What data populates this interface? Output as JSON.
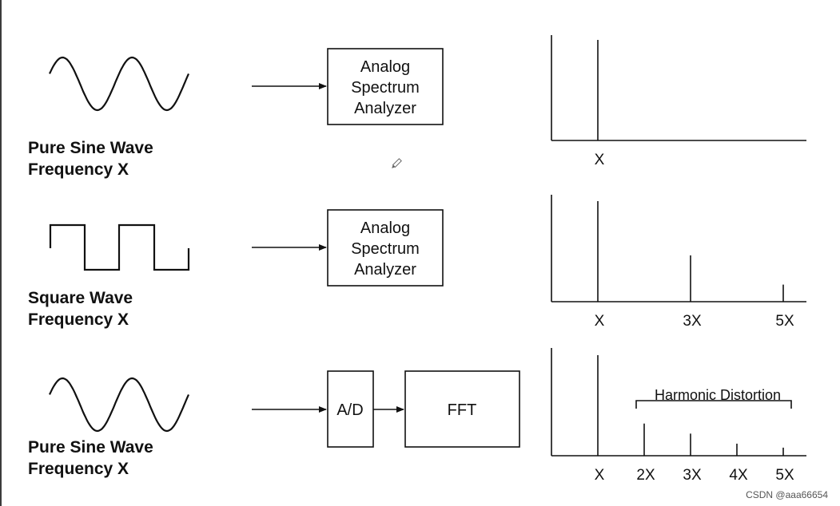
{
  "rows": [
    {
      "signal": "sine",
      "label_line1": "Pure Sine Wave",
      "label_line2": "Frequency X",
      "box_lines": [
        "Analog",
        "Spectrum",
        "Analyzer"
      ],
      "spectrum": {
        "ticks": [
          "X"
        ],
        "peaks": [
          {
            "harmonic": 1,
            "relative_amplitude": 1.0
          }
        ]
      }
    },
    {
      "signal": "square",
      "label_line1": "Square Wave",
      "label_line2": "Frequency X",
      "box_lines": [
        "Analog",
        "Spectrum",
        "Analyzer"
      ],
      "spectrum": {
        "ticks": [
          "X",
          "3X",
          "5X"
        ],
        "peaks": [
          {
            "harmonic": 1,
            "relative_amplitude": 1.0
          },
          {
            "harmonic": 3,
            "relative_amplitude": 0.46
          },
          {
            "harmonic": 5,
            "relative_amplitude": 0.17
          }
        ]
      }
    },
    {
      "signal": "sine",
      "label_line1": "Pure Sine Wave",
      "label_line2": "Frequency X",
      "adc_label": "A/D",
      "fft_label": "FFT",
      "annotation": "Harmonic Distortion",
      "spectrum": {
        "ticks": [
          "X",
          "2X",
          "3X",
          "4X",
          "5X"
        ],
        "peaks": [
          {
            "harmonic": 1,
            "relative_amplitude": 1.0
          },
          {
            "harmonic": 2,
            "relative_amplitude": 0.32
          },
          {
            "harmonic": 3,
            "relative_amplitude": 0.22
          },
          {
            "harmonic": 4,
            "relative_amplitude": 0.12
          },
          {
            "harmonic": 5,
            "relative_amplitude": 0.08
          }
        ]
      }
    }
  ],
  "watermark": "CSDN @aaa66654",
  "icons": {
    "pencil": "pencil-icon"
  }
}
